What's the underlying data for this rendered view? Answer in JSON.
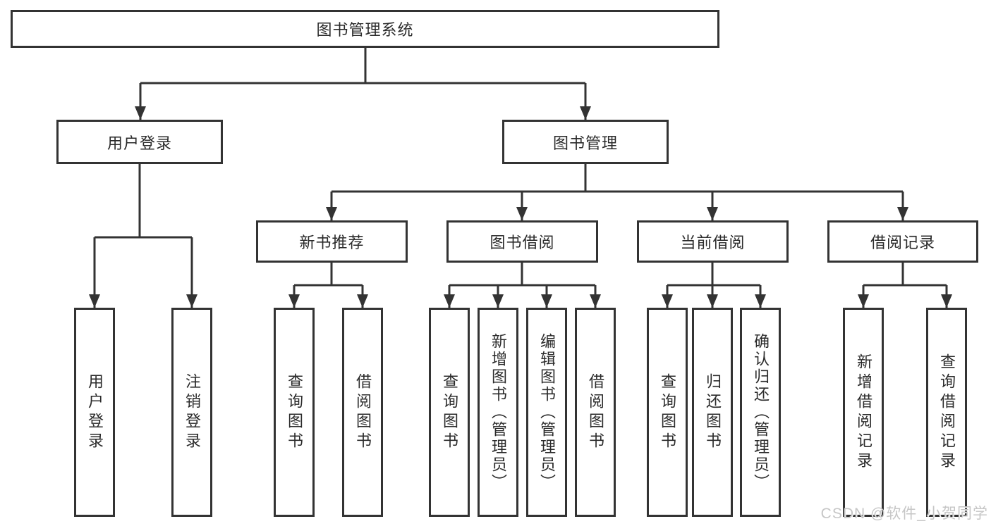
{
  "diagram": {
    "root": {
      "label": "图书管理系统"
    },
    "branches": [
      {
        "label": "用户登录",
        "leaves": [
          {
            "label": "用户登录"
          },
          {
            "label": "注销登录"
          }
        ]
      },
      {
        "label": "图书管理",
        "groups": [
          {
            "label": "新书推荐",
            "leaves": [
              {
                "label": "查询图书"
              },
              {
                "label": "借阅图书"
              }
            ]
          },
          {
            "label": "图书借阅",
            "leaves": [
              {
                "label": "查询图书"
              },
              {
                "label": "新增图书（管理员）"
              },
              {
                "label": "编辑图书（管理员）"
              },
              {
                "label": "借阅图书"
              }
            ]
          },
          {
            "label": "当前借阅",
            "leaves": [
              {
                "label": "查询图书"
              },
              {
                "label": "归还图书"
              },
              {
                "label": "确认归还（管理员）"
              }
            ]
          },
          {
            "label": "借阅记录",
            "leaves": [
              {
                "label": "新增借阅记录"
              },
              {
                "label": "查询借阅记录"
              }
            ]
          }
        ]
      }
    ]
  },
  "watermark": {
    "text": "CSDN @软件_小贺同学"
  },
  "colors": {
    "line": "#333333",
    "box_border": "#333333",
    "text": "#2b2b2b",
    "watermark": "#c6c6c6",
    "background": "#ffffff"
  }
}
